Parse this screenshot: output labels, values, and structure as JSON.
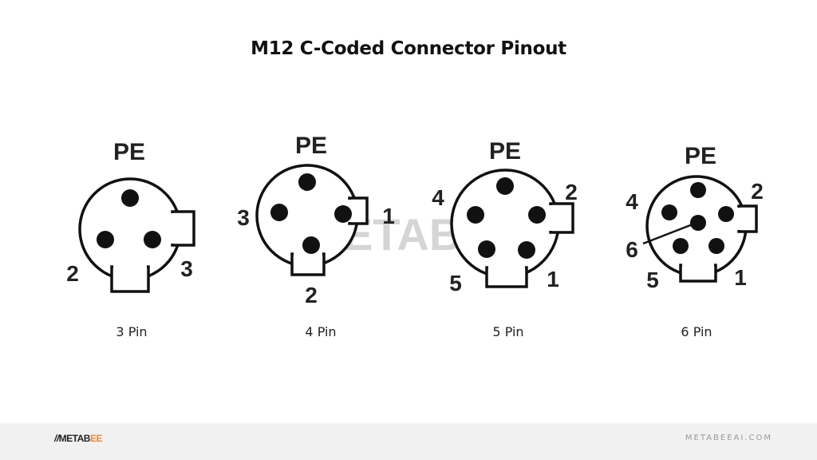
{
  "title": "M12 C-Coded Connector Pinout",
  "watermark": "METABEE",
  "connectors": [
    {
      "caption": "3 Pin",
      "labels": {
        "pe": "PE",
        "a": "2",
        "b": "3"
      }
    },
    {
      "caption": "4 Pin",
      "labels": {
        "pe": "PE",
        "a": "3",
        "b": "1",
        "c": "2"
      }
    },
    {
      "caption": "5 Pin",
      "labels": {
        "pe": "PE",
        "a": "4",
        "b": "2",
        "c": "5",
        "d": "1"
      }
    },
    {
      "caption": "6 Pin",
      "labels": {
        "pe": "PE",
        "a": "4",
        "b": "2",
        "c": "6",
        "d": "5",
        "e": "1"
      }
    }
  ],
  "footer": {
    "logo_main": "METAB",
    "logo_accent": "EE",
    "site": "METABEEAI.COM"
  },
  "colors": {
    "accent": "#f08a2c",
    "footer_bg": "#f1f1f1"
  }
}
